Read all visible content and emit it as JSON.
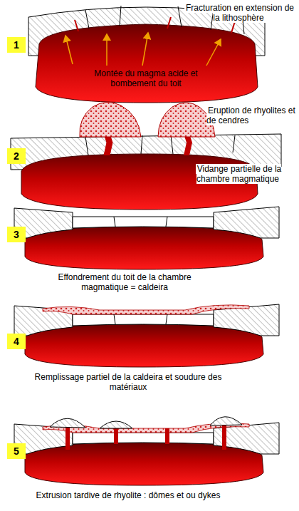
{
  "diagram": {
    "nodes": [
      {
        "text": [
          "1"
        ]
      },
      {
        "text": [
          "2"
        ]
      },
      {
        "text": [
          "3"
        ]
      },
      {
        "text": [
          "4"
        ]
      },
      {
        "text": [
          "5"
        ]
      }
    ],
    "labels": [
      "Fracturation en extension de la lithosphère",
      "Montée du magma acide et bombement du toit",
      "Eruption de rhyolites et de cendres",
      "Vidange partielle de la chambre magmatique",
      "Effondrement du toit de la chambre magmatique = caldeira",
      "Remplissage partiel de la caldeira et soudure des matériaux",
      "Extrusion tardive de rhyolite : dômes et ou dykes"
    ]
  }
}
